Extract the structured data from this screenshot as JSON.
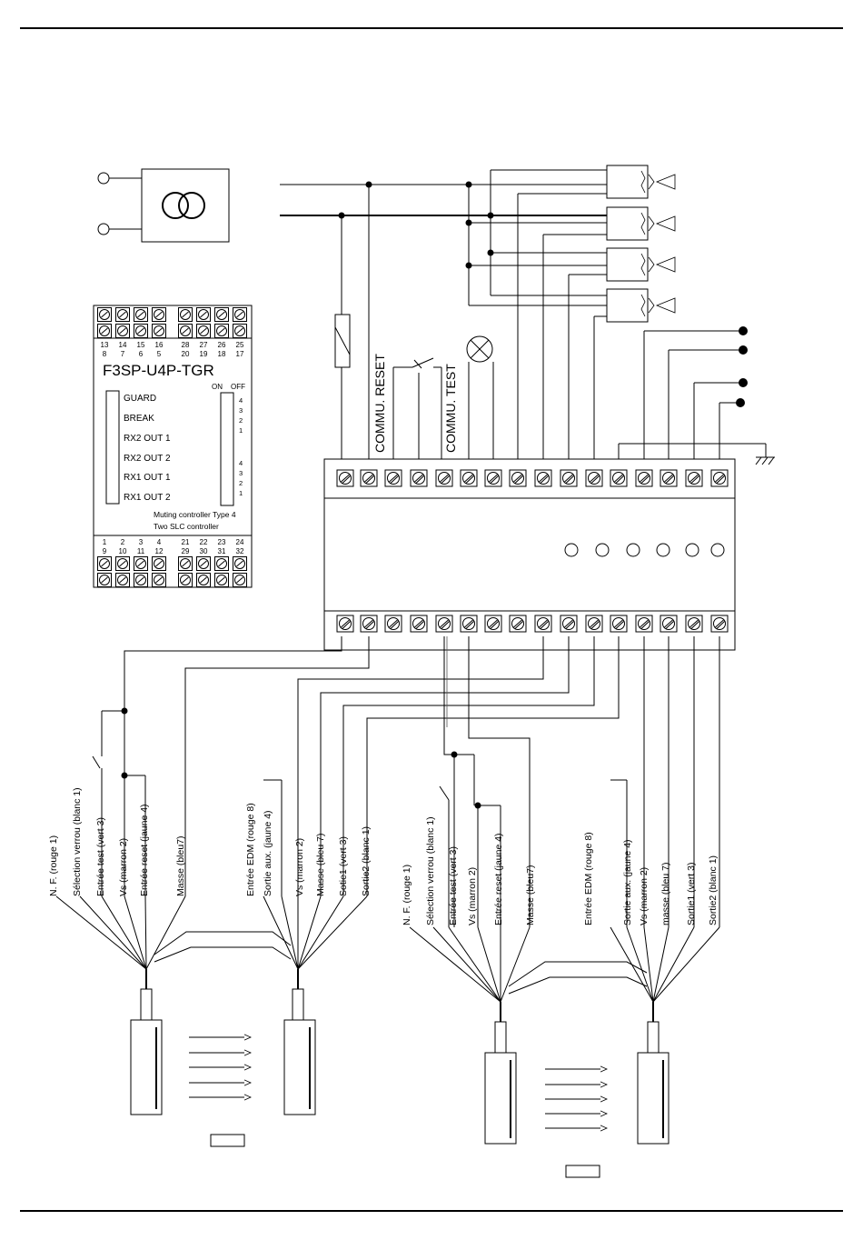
{
  "module": {
    "model": "F3SP-U4P-TGR",
    "switch_on": "ON",
    "switch_off": "OFF",
    "indicators": [
      "GUARD",
      "BREAK",
      "RX2 OUT 1",
      "RX2 OUT 2",
      "RX1 OUT 1",
      "RX1 OUT 2"
    ],
    "dip_top": [
      "4",
      "3",
      "2",
      "1"
    ],
    "dip_bottom": [
      "4",
      "3",
      "2",
      "1"
    ],
    "desc_line1": "Muting controller Type 4",
    "desc_line2": "Two SLC controller",
    "top_row_a": [
      "13",
      "14",
      "15",
      "16",
      "28",
      "27",
      "26",
      "25"
    ],
    "top_row_b": [
      "8",
      "7",
      "6",
      "5",
      "20",
      "19",
      "18",
      "17"
    ],
    "bottom_row_a": [
      "1",
      "2",
      "3",
      "4",
      "21",
      "22",
      "23",
      "24"
    ],
    "bottom_row_b": [
      "9",
      "10",
      "11",
      "12",
      "29",
      "30",
      "31",
      "32"
    ]
  },
  "panel_labels": {
    "commu_reset": "COMMU. RESET",
    "commu_test": "COMMU. TEST"
  },
  "sensor1_emitter_wires": [
    "N. F. (rouge 1)",
    "Sélection verrou (blanc 1)",
    "Entrée test (vert 3)",
    "Vs (marron 2)",
    "Entrée reset (jaune 4)",
    "Masse (bleu7)"
  ],
  "sensor1_receiver_wires": [
    "Entrée EDM (rouge 8)",
    "Sortie aux. (jaune 4)",
    "Vs (marron 2)",
    "Masse (bleu 7)",
    "Sotie1 (vert 3)",
    "Sortie2 (blanc 1)"
  ],
  "sensor2_emitter_wires": [
    "N. F. (rouge 1)",
    "Sélection verrou (blanc 1)",
    "Entrée test (vert 3)",
    "Vs (marron  2)",
    "Entrée reset (jaune 4)",
    "Masse (bleu7)"
  ],
  "sensor2_receiver_wires": [
    "Entrée EDM (rouge 8)",
    "Sortie aux. (jaune 4)",
    "Vs (marron 2)",
    "masse (bleu 7)",
    "Sortie1 (vert 3)",
    "Sortie2 (blanc 1)"
  ]
}
